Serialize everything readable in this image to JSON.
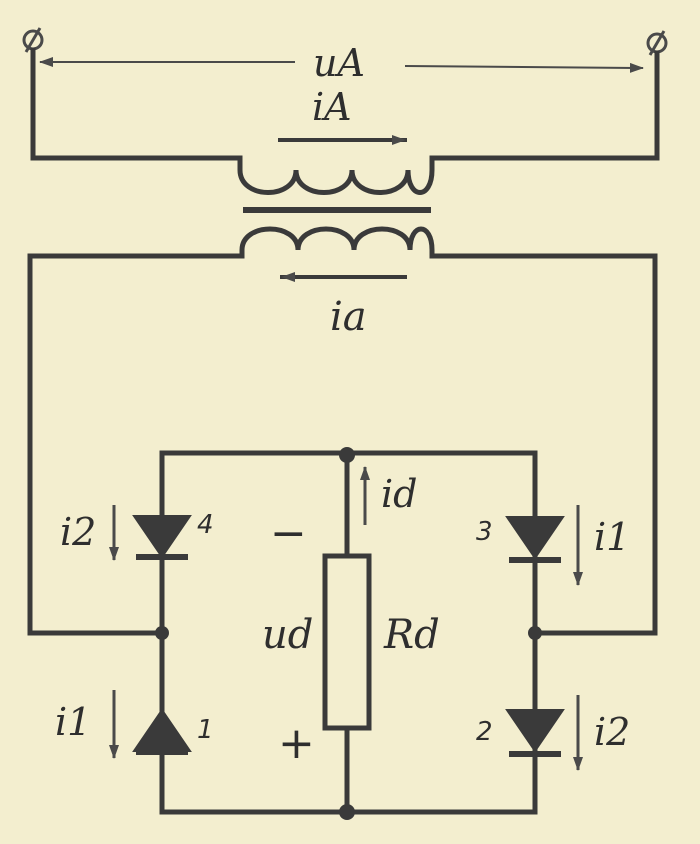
{
  "labels": {
    "u_A": "uA",
    "i_A": "iA",
    "i_a": "ia",
    "i_d": "id",
    "u_d": "ud",
    "R_d": "Rd",
    "minus": "−",
    "plus": "+",
    "branch_4_current": "i2",
    "branch_3_current": "i1",
    "branch_1_current": "i1",
    "branch_2_current": "i2"
  },
  "diodes": [
    "1",
    "2",
    "3",
    "4"
  ],
  "colors": {
    "background": "#f3eecf",
    "ink": "#3a3a3a"
  }
}
